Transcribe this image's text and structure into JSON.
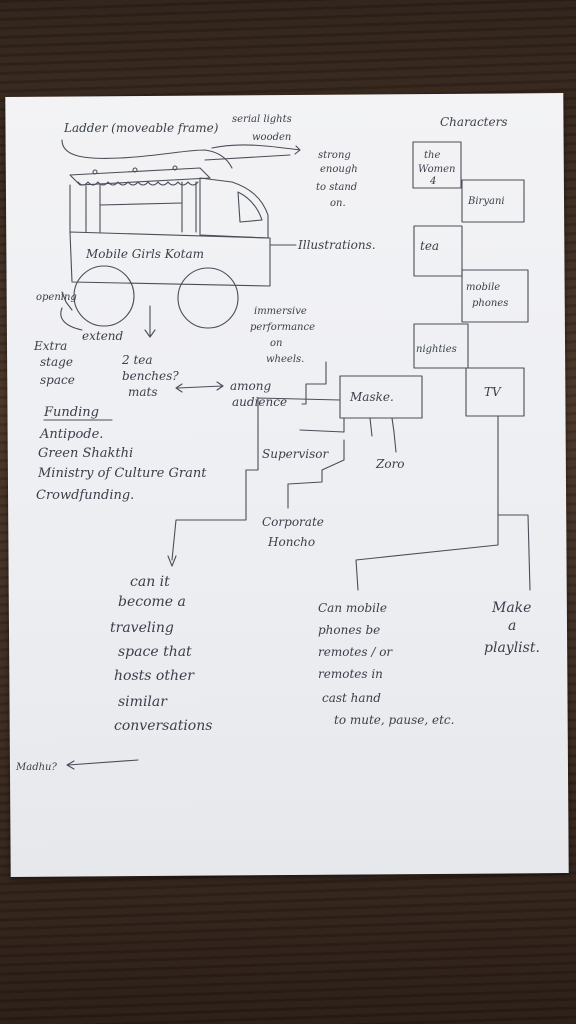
{
  "sketch": {
    "truck": {
      "ladder_label": "Ladder (moveable frame)",
      "serial_lights_label": "serial lights",
      "wooden_label": "wooden",
      "strong_label": [
        "strong",
        "enough",
        "to stand",
        "on."
      ],
      "body_label": "Mobile Girls Kotam",
      "illustrations_label": "Illustrations.",
      "opening_label": "opening",
      "extend_label": "extend",
      "extra_stage_label": [
        "Extra",
        "stage",
        "space"
      ],
      "benches_label": [
        "2 tea",
        "benches?",
        "mats"
      ],
      "among_audience_label": [
        "among",
        "audience"
      ]
    },
    "immersive_label": [
      "immersive",
      "performance",
      "on",
      "wheels."
    ],
    "funding": {
      "heading": "Funding",
      "items": [
        "Antipode.",
        "Green Shakthi",
        "Ministry of Culture Grant",
        "Crowdfunding."
      ]
    },
    "characters_heading": "Characters",
    "characters": {
      "women": [
        "the",
        "Women",
        "4"
      ],
      "biryani": "Biryani",
      "tea": "tea",
      "mobile_phones": [
        "mobile",
        "phones"
      ],
      "nighties": "nighties",
      "maske": "Maske.",
      "tv": "TV",
      "supervisor": "Supervisor",
      "zoro": "Zoro",
      "corporate": [
        "Corporate",
        "Honcho"
      ]
    },
    "notes": {
      "traveling_space": [
        "can it",
        "become a",
        "traveling",
        "space that",
        "hosts other",
        "similar",
        "conversations"
      ],
      "madhu": "Madhu?",
      "remotes": [
        "Can mobile",
        "phones be",
        "remotes / or",
        "remotes in",
        "cast hand",
        "to mute, pause, etc."
      ],
      "playlist": [
        "Make",
        "a",
        "playlist."
      ]
    }
  }
}
